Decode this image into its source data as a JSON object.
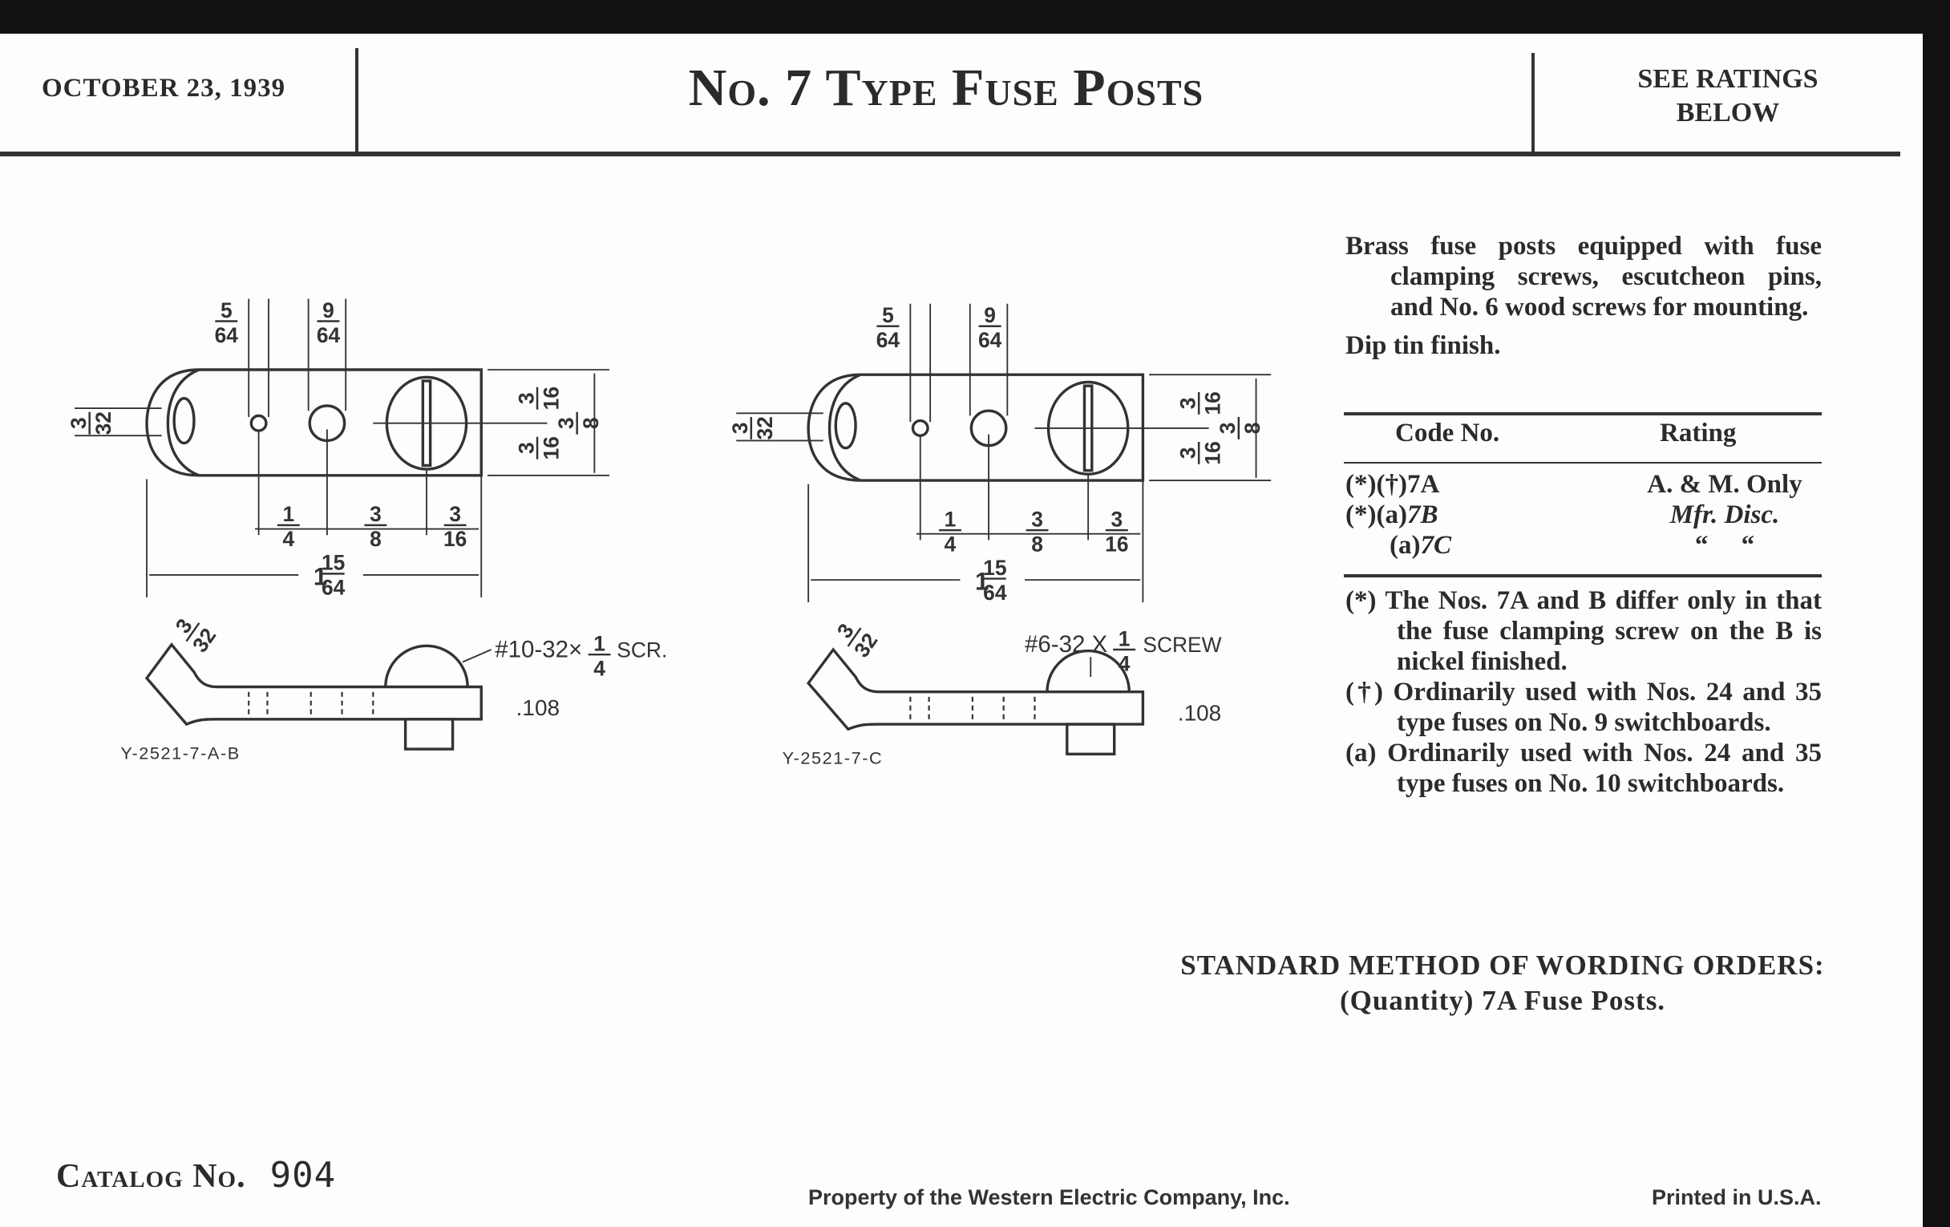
{
  "header": {
    "date": "OCTOBER 23, 1939",
    "title": "No. 7 Type Fuse Posts",
    "ratings_line1": "SEE RATINGS",
    "ratings_line2": "BELOW"
  },
  "description": {
    "paragraph": "Brass fuse posts equipped with fuse clamping screws, escutcheon pins, and No. 6 wood screws for mounting.",
    "finish": "Dip tin finish."
  },
  "ratings_table": {
    "headers": [
      "Code No.",
      "Rating"
    ],
    "rows": [
      {
        "marks": "(*)(†)",
        "code": "7A",
        "rating": "A. & M. Only"
      },
      {
        "marks": "(*)(a)",
        "code": "7B",
        "rating": "Mfr. Disc."
      },
      {
        "marks": "(a)",
        "code": "7C",
        "rating": "“     “"
      }
    ]
  },
  "notes": [
    "(*) The Nos. 7A and B differ only in that the fuse clamping screw on the B is nickel finished.",
    "(†) Ordinarily used with Nos. 24 and 35 type fuses on No. 9 switchboards.",
    "(a) Ordinarily used with Nos. 24 and 35 type fuses on No. 10 switchboards."
  ],
  "ordering": {
    "heading": "STANDARD METHOD OF WORDING ORDERS:",
    "example": "(Quantity) 7A Fuse Posts."
  },
  "footer": {
    "catalog_label": "Catalog No.",
    "catalog_number": "904",
    "property": "Property of the Western Electric Company, Inc.",
    "printed": "Printed in U.S.A."
  },
  "drawings": {
    "left": {
      "hole_small": {
        "num": "5",
        "den": "64"
      },
      "hole_large": {
        "num": "9",
        "den": "64"
      },
      "tab_hole": {
        "num": "3",
        "den": "32"
      },
      "half_top": {
        "num": "3",
        "den": "16"
      },
      "half_bottom": {
        "num": "3",
        "den": "16"
      },
      "width": {
        "num": "3",
        "den": "8"
      },
      "spacing_1": {
        "num": "1",
        "den": "4"
      },
      "spacing_2": {
        "num": "3",
        "den": "8"
      },
      "edge": {
        "num": "3",
        "den": "16"
      },
      "length": {
        "whole": "1",
        "num": "15",
        "den": "64"
      },
      "tab_thickness": {
        "num": "3",
        "den": "32"
      },
      "screw": {
        "prefix": "#10-32×",
        "num": "1",
        "den": "4",
        "suffix": "SCR."
      },
      "thickness": ".108",
      "part_number": "Y-2521-7-A-B"
    },
    "right": {
      "hole_small": {
        "num": "5",
        "den": "64"
      },
      "hole_large": {
        "num": "9",
        "den": "64"
      },
      "tab_hole": {
        "num": "3",
        "den": "32"
      },
      "half_top": {
        "num": "3",
        "den": "16"
      },
      "half_bottom": {
        "num": "3",
        "den": "16"
      },
      "width": {
        "num": "3",
        "den": "8"
      },
      "spacing_1": {
        "num": "1",
        "den": "4"
      },
      "spacing_2": {
        "num": "3",
        "den": "8"
      },
      "edge": {
        "num": "3",
        "den": "16"
      },
      "length": {
        "whole": "1",
        "num": "15",
        "den": "64"
      },
      "tab_thickness": {
        "num": "3",
        "den": "32"
      },
      "screw": {
        "prefix": "#6-32 X",
        "num": "1",
        "den": "4",
        "suffix": "SCREW"
      },
      "thickness": ".108",
      "part_number": "Y-2521-7-C"
    }
  }
}
